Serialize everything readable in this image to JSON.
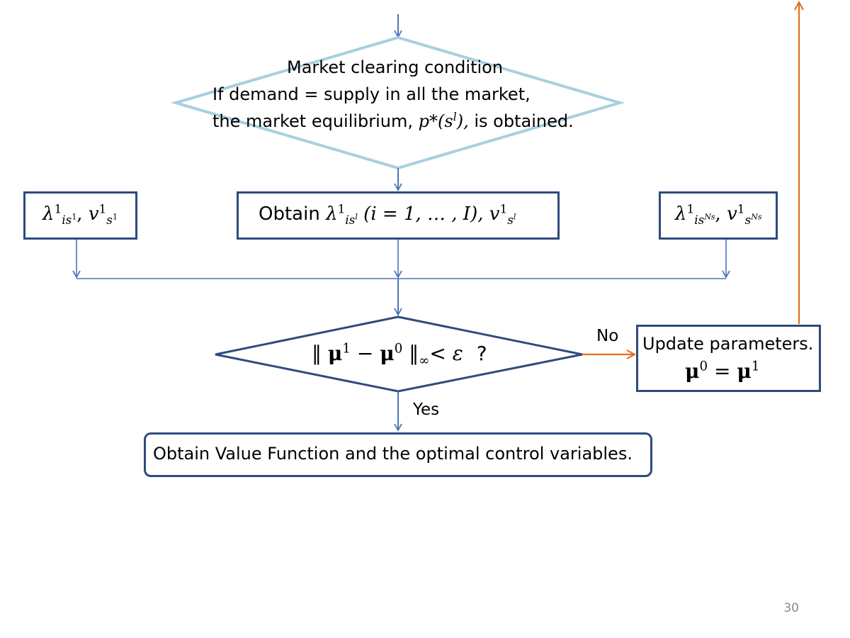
{
  "market_clearing": {
    "title": "Market clearing condition",
    "line1": "If demand = supply in all the market,",
    "line2_prefix": "the market equilibrium,",
    "line2_math": "p*(s",
    "line2_sup": "l",
    "line2_close": "),",
    "line2_suffix": "is obtained."
  },
  "boxes": {
    "left": {
      "lambda": "λ",
      "sup": "1",
      "sub": "is",
      "subsup": "1",
      "v": "v",
      "vsup": "1",
      "vsub": "s",
      "vsubsup": "1"
    },
    "center": {
      "prefix": "Obtain",
      "lambda": "λ",
      "sup": "1",
      "sub": "is",
      "subsup": "l",
      "range": "(i = 1, … , I),",
      "v": "v",
      "vsup": "1",
      "vsub": "s",
      "vsubsup": "l"
    },
    "right": {
      "lambda": "λ",
      "sup": "1",
      "sub": "is",
      "subsup": "Ns",
      "v": "v",
      "vsup": "1",
      "vsub": "s",
      "vsubsup": "Ns"
    }
  },
  "convergence": {
    "norm_open": "‖",
    "mu1": "μ",
    "mu1_sup": "1",
    "minus": "−",
    "mu0": "μ",
    "mu0_sup": "0",
    "norm_close": "‖",
    "inf": "∞",
    "lt": "<",
    "eps": "ε",
    "question": "?"
  },
  "no_label": "No",
  "yes_label": "Yes",
  "update": {
    "title": "Update parameters.",
    "mu0": "μ",
    "mu0_sup": "0",
    "eq": "=",
    "mu1": "μ",
    "mu1_sup": "1"
  },
  "final": {
    "text": "Obtain Value Function and the optimal control variables."
  },
  "page_number": "30",
  "colors": {
    "diamond_light": "#a9cfe0",
    "box_border": "#2f4b7c",
    "arrow_blue": "#4f74b8",
    "arrow_orange": "#e36c1c"
  }
}
